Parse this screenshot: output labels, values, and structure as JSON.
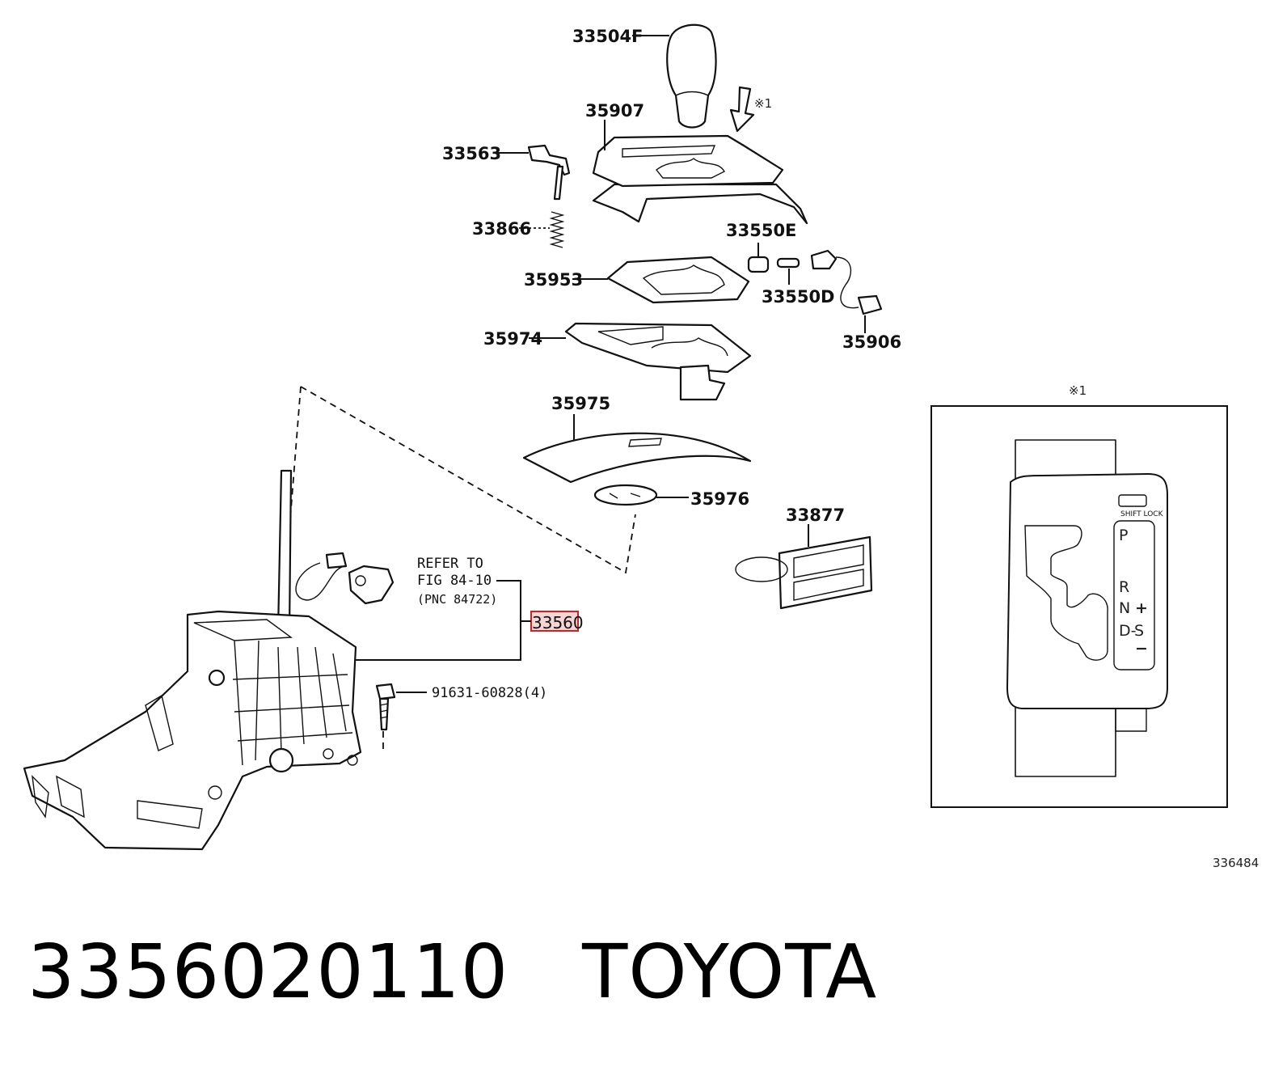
{
  "labels": {
    "knob": "33504F",
    "indicator_housing": "35907",
    "switch_connector": "33563",
    "spring": "33866",
    "bulb_holder_cap": "33550E",
    "bulb": "33550D",
    "wire_harness": "35906",
    "plate": "35953",
    "slide_plate": "35974",
    "cover": "35975",
    "cover_plate": "35976",
    "label_plate": "33877",
    "shift_lever_assy": "33560",
    "bolt": "91631-60828(4)",
    "refer_line1": "REFER TO",
    "refer_line2": "FIG 84-10",
    "refer_line3": "(PNC 84722)",
    "detail_marker": "※1",
    "arrow_marker": "※1",
    "figure_number": "336484"
  },
  "gate": {
    "shift_lock": "SHIFT LOCK",
    "p": "P",
    "r": "R",
    "n": "N",
    "d": "D-",
    "s": "S",
    "plus": "+",
    "minus": "−"
  },
  "footer": {
    "part_number": "3356020110",
    "brand": "TOYOTA"
  },
  "colors": {
    "highlight": "#d32020",
    "highlight_fill": "#f6d5d5",
    "line": "#111111"
  }
}
